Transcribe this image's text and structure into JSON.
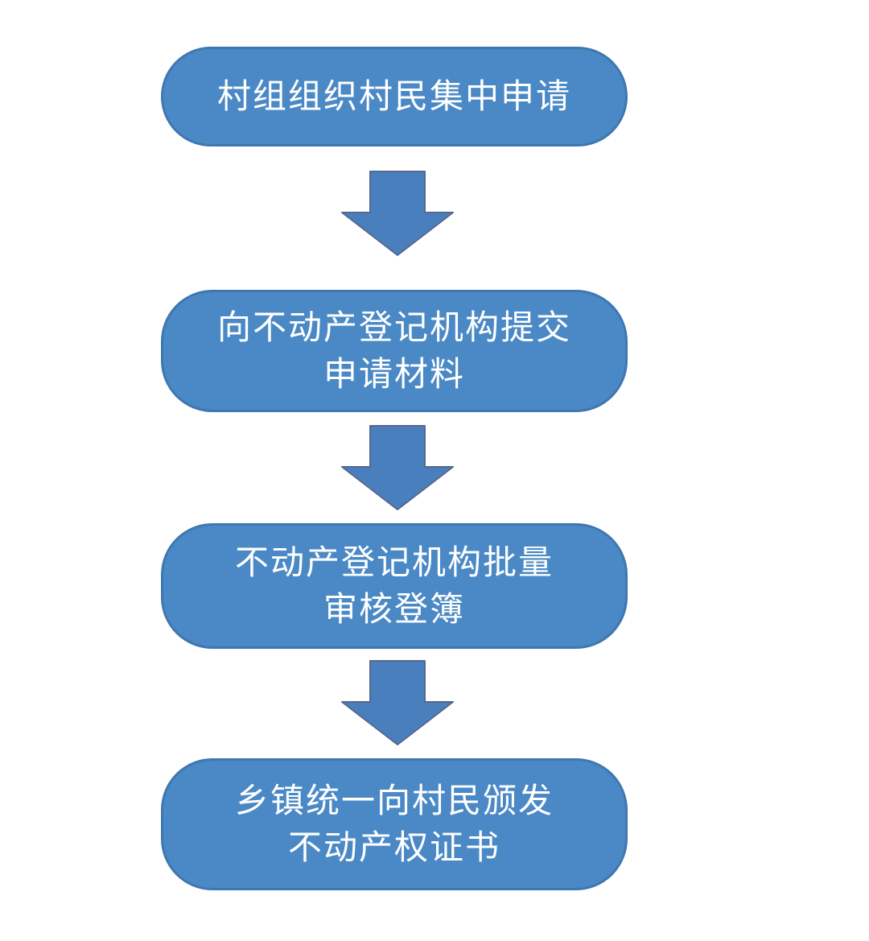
{
  "colors": {
    "background": "#ffffff",
    "box_fill": "#4a89c5",
    "box_border": "#3f77b0",
    "arrow_fill": "#4a7fbe",
    "arrow_border": "#56688f",
    "text": "#ffffff"
  },
  "flow": {
    "direction": "top-to-bottom",
    "steps": [
      {
        "lines": [
          "村组组织村民集中申请"
        ]
      },
      {
        "lines": [
          "向不动产登记机构提交",
          "申请材料"
        ]
      },
      {
        "lines": [
          "不动产登记机构批量",
          "审核登簿"
        ]
      },
      {
        "lines": [
          "乡镇统一向村民颁发",
          "不动产权证书"
        ]
      }
    ],
    "connectors": [
      {
        "type": "block-arrow-down"
      },
      {
        "type": "block-arrow-down"
      },
      {
        "type": "block-arrow-down"
      }
    ]
  }
}
